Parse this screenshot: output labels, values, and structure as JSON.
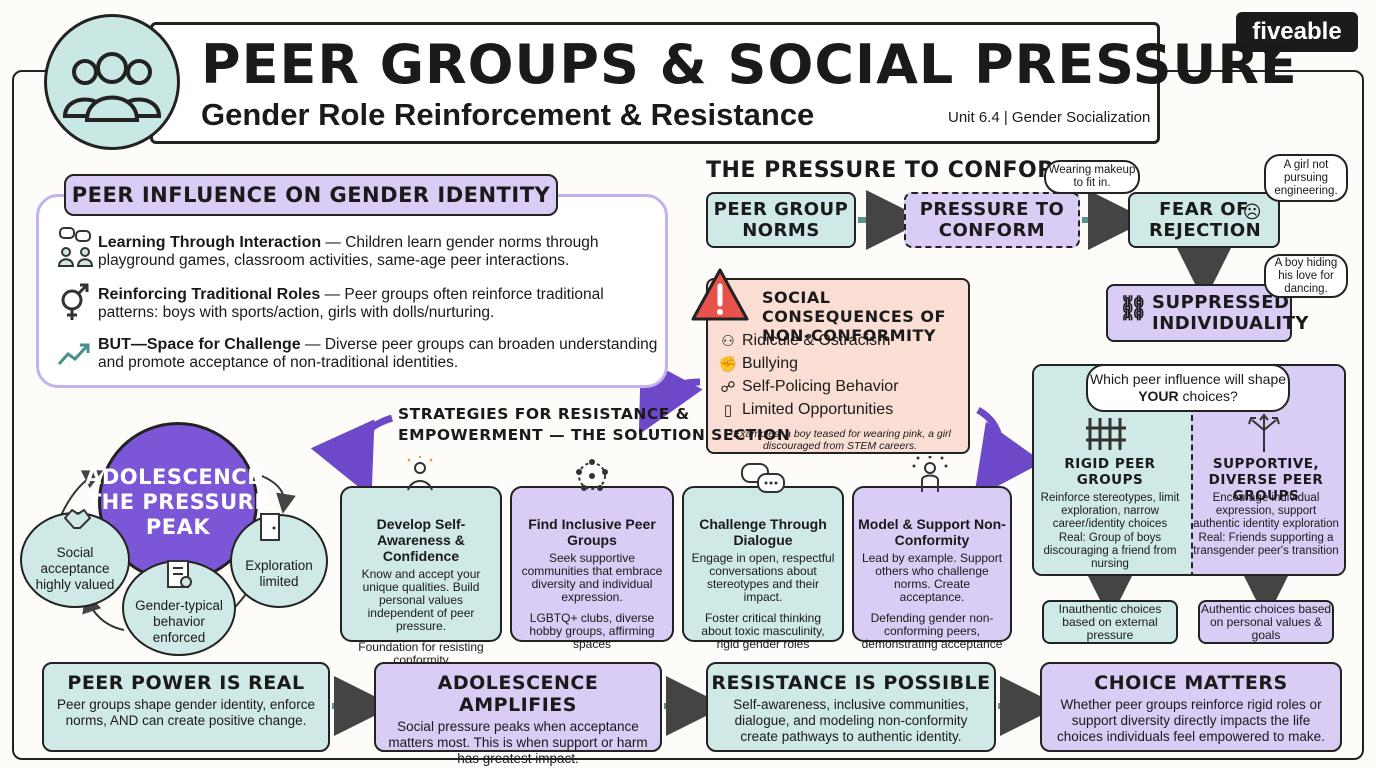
{
  "header": {
    "title": "PEER GROUPS & SOCIAL PRESSURE",
    "subtitle": "Gender Role Reinforcement & Resistance",
    "unit": "Unit 6.4 | Gender Socialization",
    "brand": "fiveable"
  },
  "peer_influence": {
    "title": "PEER INFLUENCE ON GENDER IDENTITY",
    "items": [
      {
        "label": "Learning Through Interaction",
        "text": " — Children learn gender norms through playground games, classroom activities, same-age peer interactions.",
        "icon": "chat-people-icon"
      },
      {
        "label": "Reinforcing Traditional Roles",
        "text": " — Peer groups often reinforce traditional patterns: boys with sports/action, girls with dolls/nurturing.",
        "icon": "gender-symbol-icon"
      },
      {
        "label": "BUT—Space for Challenge",
        "text": " — Diverse peer groups can broaden understanding and promote acceptance of non-traditional identities.",
        "icon": "trend-up-icon"
      }
    ]
  },
  "pressure": {
    "title": "THE PRESSURE TO CONFORM",
    "steps": [
      "PEER GROUP NORMS",
      "PRESSURE TO CONFORM",
      "FEAR OF REJECTION",
      "SUPPRESSED INDIVIDUALITY"
    ],
    "bubbles": [
      "Wearing makeup to fit in.",
      "A girl not pursuing engineering.",
      "A boy hiding his love for dancing."
    ]
  },
  "consequences": {
    "title": "SOCIAL CONSEQUENCES OF NON-CONFORMITY",
    "items": [
      "Ridicule & Ostracism",
      "Bullying",
      "Self-Policing Behavior",
      "Limited Opportunities"
    ],
    "example": "*Examples: a boy teased for wearing pink, a girl discouraged from STEM careers."
  },
  "strategies": {
    "title_line1": "STRATEGIES FOR RESISTANCE &",
    "title_line2": "EMPOWERMENT — THE SOLUTION SECTION",
    "cards": [
      {
        "title": "Develop Self-Awareness & Confidence",
        "text": "Know and accept your unique qualities. Build personal values independent of peer pressure.",
        "note": "Foundation for resisting conformity"
      },
      {
        "title": "Find Inclusive Peer Groups",
        "text": "Seek supportive communities that embrace diversity and individual expression.",
        "note": "LGBTQ+ clubs, diverse hobby groups, affirming spaces"
      },
      {
        "title": "Challenge Through Dialogue",
        "text": "Engage in open, respectful conversations about stereotypes and their impact.",
        "note": "Foster critical thinking about toxic masculinity, rigid gender roles"
      },
      {
        "title": "Model & Support Non-Conformity",
        "text": "Lead by example. Support others who challenge norms. Create acceptance.",
        "note": "Defending gender non-conforming peers, demonstrating acceptance"
      }
    ]
  },
  "adolescence": {
    "center": "ADOLESCENCE: THE PRESSURE PEAK",
    "nodes": [
      "Social acceptance highly valued",
      "Exploration limited",
      "Gender-typical behavior enforced"
    ]
  },
  "comparison": {
    "question_pre": "Which peer influence will shape ",
    "question_bold": "YOUR",
    "question_post": " choices?",
    "left": {
      "title": "RIGID PEER GROUPS",
      "text": "Reinforce stereotypes, limit exploration, narrow career/identity choices",
      "real": "Real: Group of boys discouraging a friend from nursing",
      "outcome": "Inauthentic choices based on external pressure"
    },
    "right": {
      "title": "SUPPORTIVE, DIVERSE PEER GROUPS",
      "text": "Encourage individual expression, support authentic identity exploration",
      "real": "Real: Friends supporting a transgender peer's transition",
      "outcome": "Authentic choices based on personal values & goals"
    }
  },
  "bottom": [
    {
      "title": "PEER POWER IS REAL",
      "text": "Peer groups shape gender identity, enforce norms, AND can create positive change."
    },
    {
      "title": "ADOLESCENCE AMPLIFIES",
      "text": "Social pressure peaks when acceptance matters most. This is when support or harm has greatest impact."
    },
    {
      "title": "RESISTANCE IS POSSIBLE",
      "text": "Self-awareness, inclusive communities, dialogue, and modeling non-conformity create pathways to authentic identity."
    },
    {
      "title": "CHOICE MATTERS",
      "text": "Whether peer groups reinforce rigid roles or support diversity directly impacts the life choices individuals feel empowered to make."
    }
  ],
  "colors": {
    "teal": "#cfe9e6",
    "lavender": "#d9ccf5",
    "purple": "#7b56d6",
    "peach": "#fbded3",
    "ink": "#222222"
  }
}
